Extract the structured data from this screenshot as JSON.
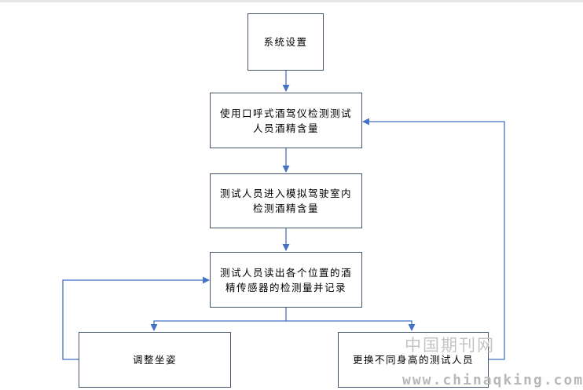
{
  "nodes": {
    "system_setup": "系统设置",
    "breath_test": "使用口呼式酒驾仪检测测试人员酒精含量",
    "enter_cab": "测试人员进入模拟驾驶室内检测酒精含量",
    "read_sensors": "测试人员读出各个位置的酒精传感器的检测量并记录",
    "adjust_posture": "调整坐姿",
    "change_person": "更换不同身高的测试人员"
  },
  "watermark": {
    "cn": "中国期刊网",
    "url": "www.chinaqking.com"
  },
  "colors": {
    "arrow": "#4472c4",
    "box_border": "#44546a"
  }
}
